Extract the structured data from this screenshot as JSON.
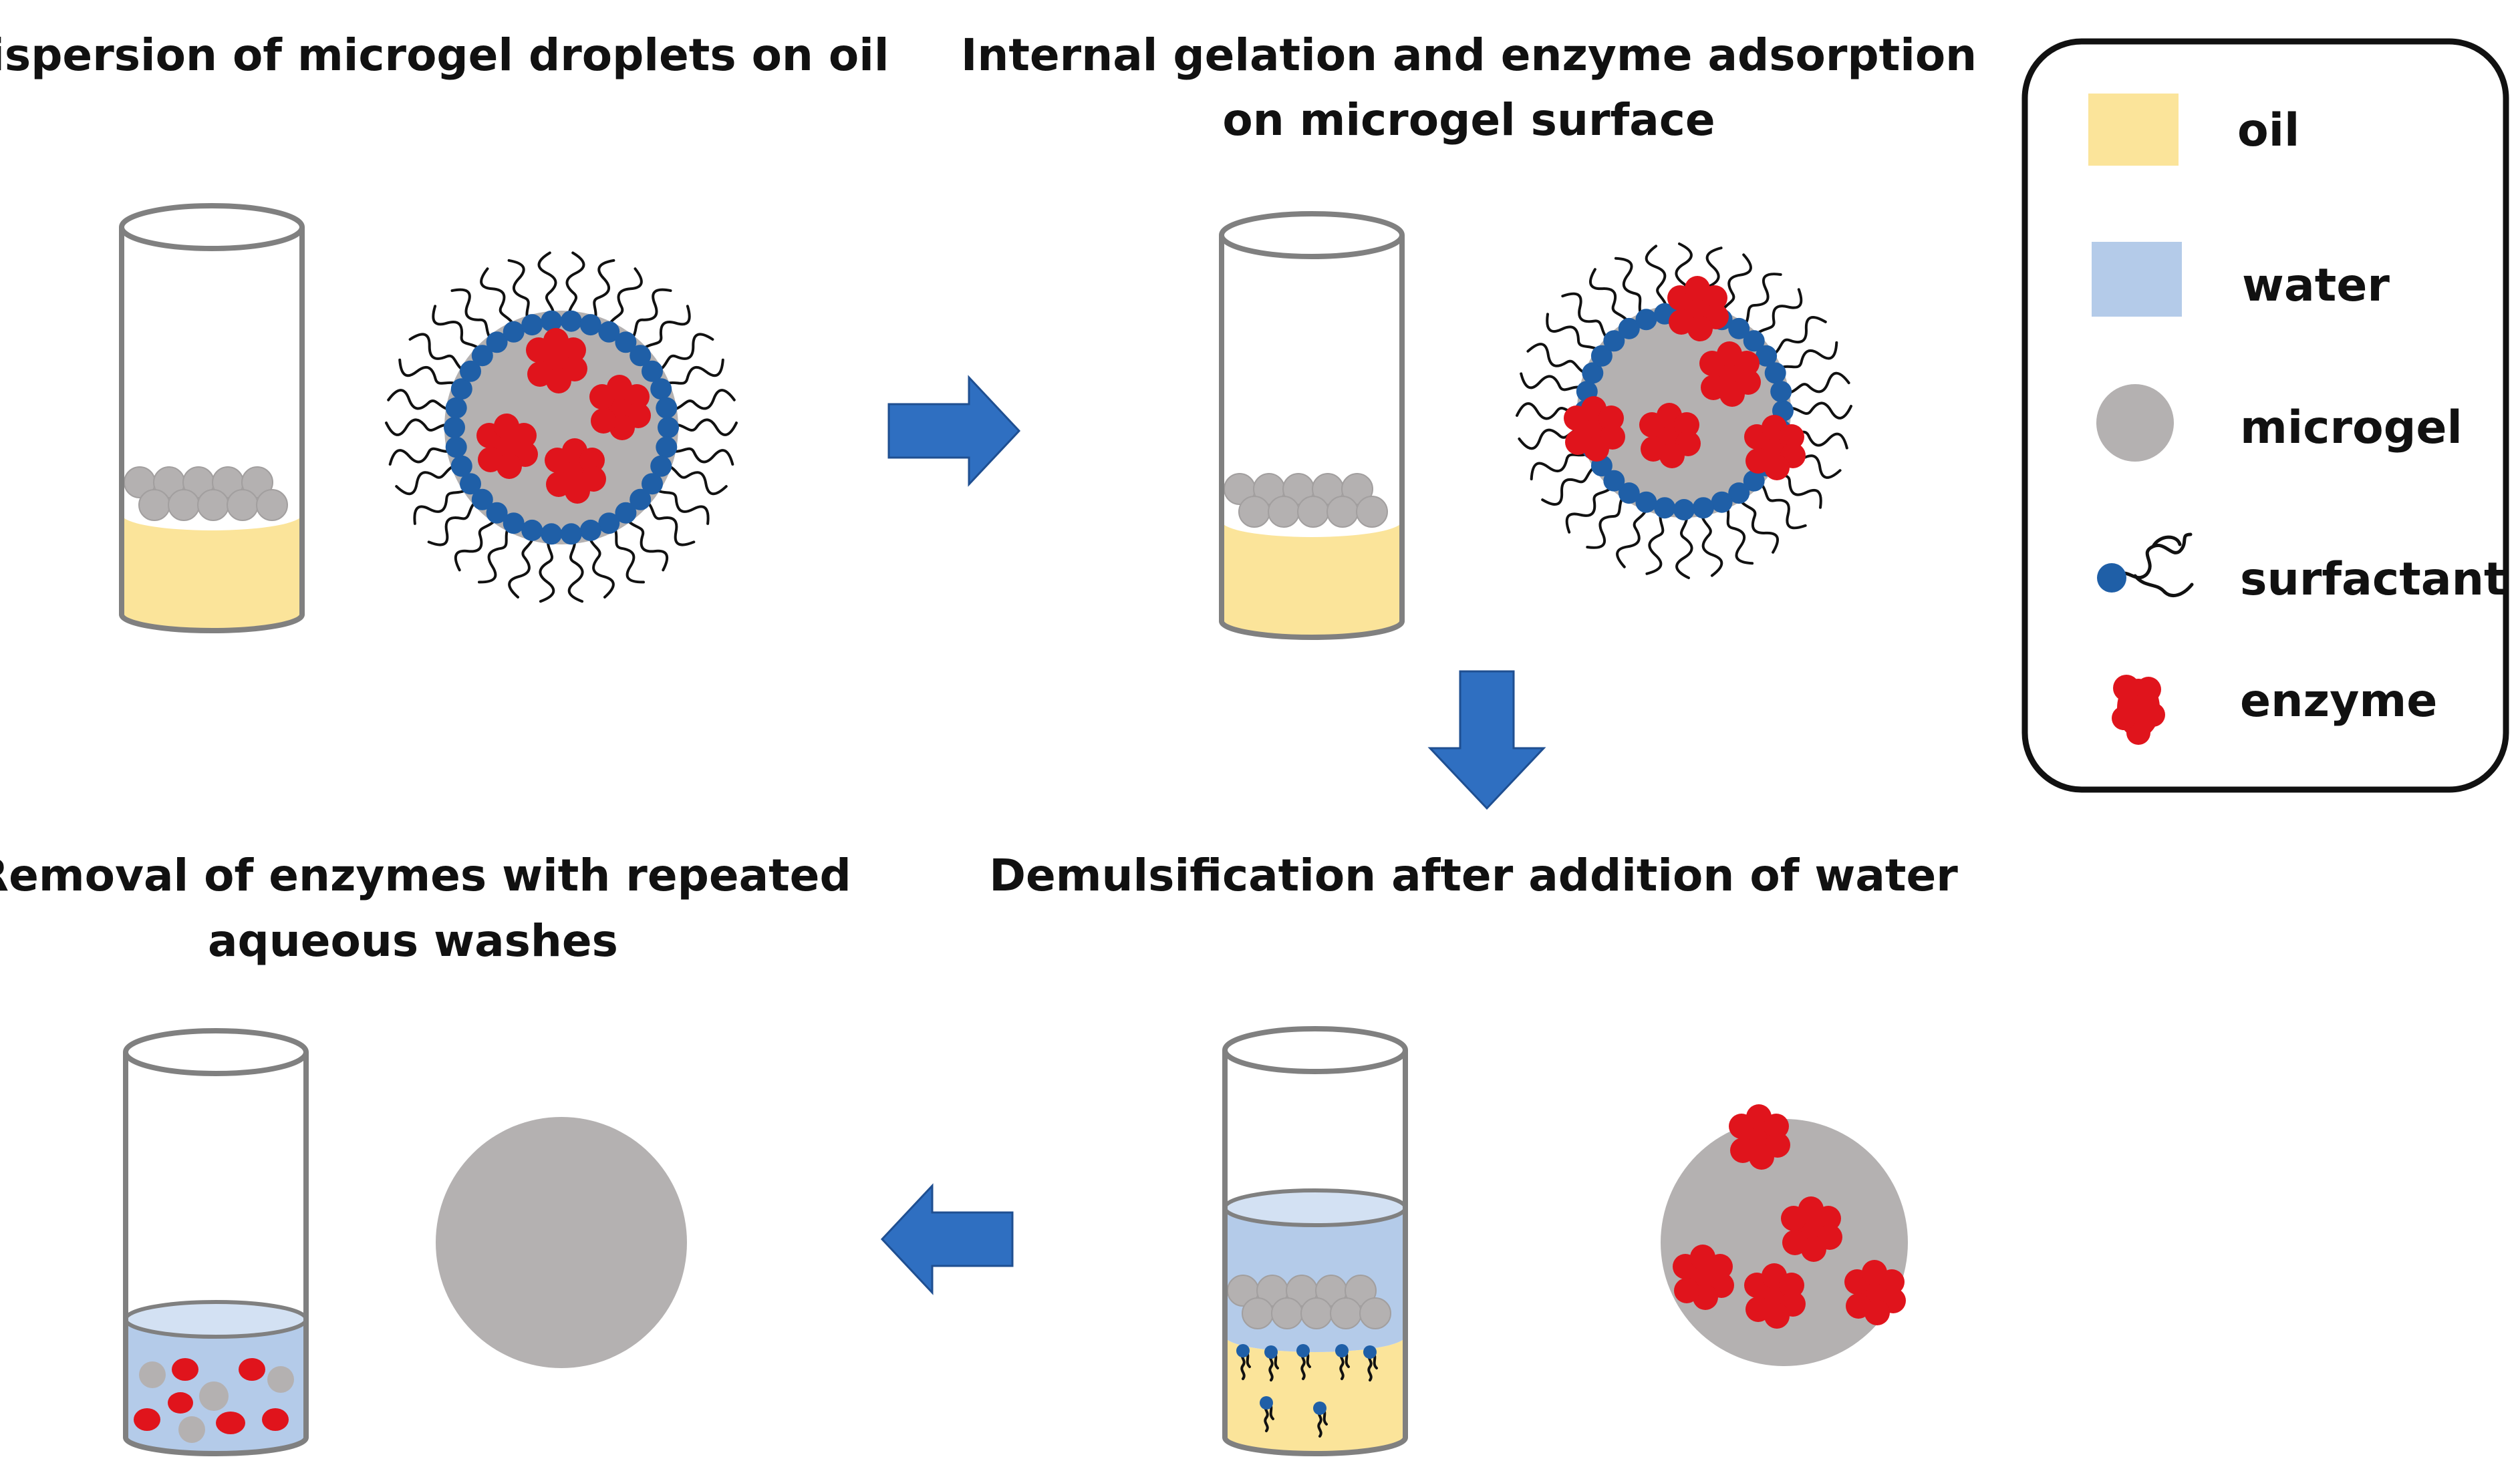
{
  "panels": {
    "top_left": {
      "caption_lines": [
        "Dispersion of microgel droplets on oil"
      ]
    },
    "top_right": {
      "caption_lines": [
        "Internal gelation and enzyme adsorption",
        "on microgel surface"
      ]
    },
    "bottom_right": {
      "caption_lines": [
        "Demulsification after addition of water"
      ]
    },
    "bottom_left": {
      "caption_lines": [
        "Removal of enzymes with repeated",
        "aqueous washes"
      ]
    }
  },
  "legend": {
    "items": [
      {
        "label": "oil",
        "icon": "oil-swatch",
        "color": "#fbe49a"
      },
      {
        "label": "water",
        "icon": "water-swatch",
        "color": "#b4cbe9"
      },
      {
        "label": "microgel",
        "icon": "microgel-circle",
        "color": "#b4b1b1"
      },
      {
        "label": "surfactant",
        "icon": "surfactant-glyph",
        "color": "#1f5fa7"
      },
      {
        "label": "enzyme",
        "icon": "enzyme-blob",
        "color": "#e0141c"
      }
    ]
  },
  "colors": {
    "oil": "#fbe49a",
    "water": "#b4cbe9",
    "microgel": "#b4b1b1",
    "surfactant_head": "#1f5fa7",
    "enzyme": "#e0141c",
    "arrow": "#2f6fc1",
    "tube_outline": "#808080"
  },
  "arrows": [
    {
      "from": "top_left",
      "to": "top_right",
      "direction": "right"
    },
    {
      "from": "top_right",
      "to": "bottom_right",
      "direction": "down"
    },
    {
      "from": "bottom_right",
      "to": "bottom_left",
      "direction": "left"
    }
  ]
}
